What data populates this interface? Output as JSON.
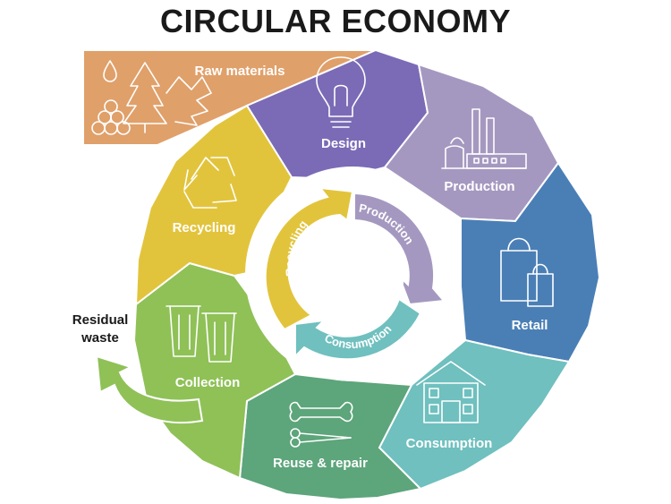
{
  "title": "CIRCULAR ECONOMY",
  "colors": {
    "raw_materials": "#e0a06a",
    "design": "#7b6bb6",
    "production": "#a598c0",
    "retail": "#4a7fb6",
    "consumption": "#6fc0bf",
    "reuse_repair": "#5da57b",
    "collection": "#8fc157",
    "recycling": "#e2c43c",
    "arrow": "#8fc157",
    "title": "#1a1a1a"
  },
  "stages": [
    {
      "label": "Raw materials",
      "icon": "raw-materials-icon"
    },
    {
      "label": "Design",
      "icon": "lightbulb-icon"
    },
    {
      "label": "Production",
      "icon": "factory-icon"
    },
    {
      "label": "Retail",
      "icon": "shopping-bags-icon"
    },
    {
      "label": "Consumption",
      "icon": "house-icon"
    },
    {
      "label": "Reuse & repair",
      "icon": "tools-icon"
    },
    {
      "label": "Collection",
      "icon": "trash-bins-icon"
    },
    {
      "label": "Recycling",
      "icon": "recycle-icon"
    }
  ],
  "inner_cycle": [
    {
      "label": "Production"
    },
    {
      "label": "Consumption"
    },
    {
      "label": "Recycling"
    }
  ],
  "residual": {
    "line1": "Residual",
    "line2": "waste"
  }
}
